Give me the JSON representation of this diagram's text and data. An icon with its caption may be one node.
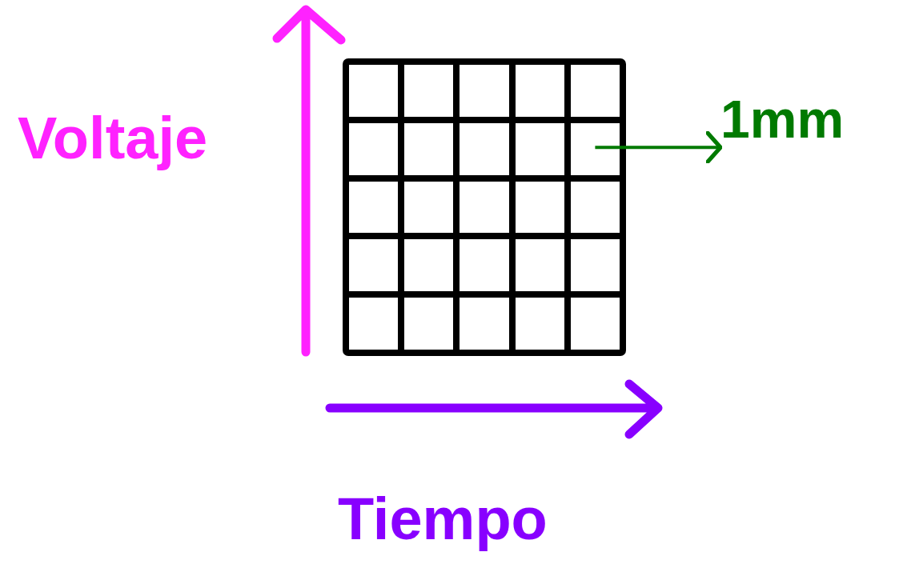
{
  "diagram": {
    "nodes": [
      {
        "text": [
          "1mm"
        ]
      },
      {
        "text": [],
        "shape": "box"
      }
    ],
    "edges": [
      {
        "from": 1,
        "to": 0,
        "arrow": "to",
        "color": "#007a00"
      }
    ],
    "labels": [
      "Voltaje",
      "Tiempo"
    ]
  }
}
